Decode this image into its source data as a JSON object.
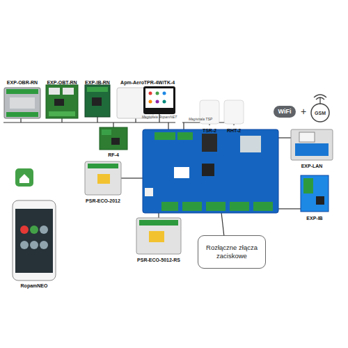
{
  "diagram": {
    "nodes": [
      {
        "text": [
          "EXP-OBR-RN"
        ]
      },
      {
        "text": [
          "EXP-OBT-RN"
        ]
      },
      {
        "text": [
          "EXP-IB-RN"
        ]
      },
      {
        "text": [
          "Apm-Aero"
        ]
      },
      {
        "text": [
          "TPR-4W/TK-4"
        ]
      },
      {
        "text": [
          "TSR-2"
        ]
      },
      {
        "text": [
          "RHT-2"
        ]
      },
      {
        "text": [
          "RF-4"
        ]
      },
      {
        "text": [
          "EXP-LAN"
        ]
      },
      {
        "text": [
          "PSR-ECO-2012"
        ]
      },
      {
        "text": [
          "EXP-IB"
        ]
      },
      {
        "text": [
          "Rozłączne złącza zaciskowe"
        ]
      },
      {
        "text": [
          "PSR-ECO-5012-RS"
        ]
      },
      {
        "text": [
          "RopamNEO"
        ]
      }
    ],
    "labels": [
      "Magistrala RopamNET",
      "Magistrala TSP",
      "WiFi",
      "+",
      "GSM"
    ]
  }
}
